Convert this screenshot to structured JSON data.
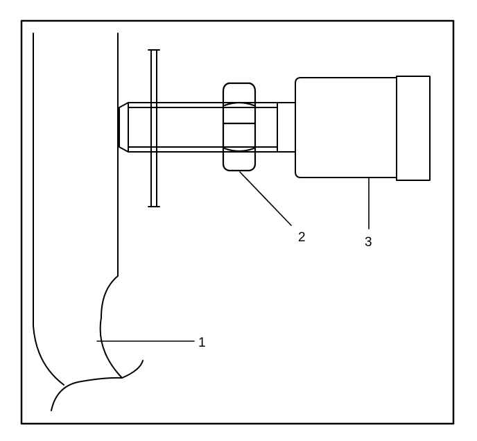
{
  "diagram": {
    "callouts": [
      {
        "id": "1",
        "text": "1"
      },
      {
        "id": "2",
        "text": "2"
      },
      {
        "id": "3",
        "text": "3"
      }
    ],
    "colors": {
      "ink": "#000000",
      "paper": "#ffffff"
    }
  }
}
